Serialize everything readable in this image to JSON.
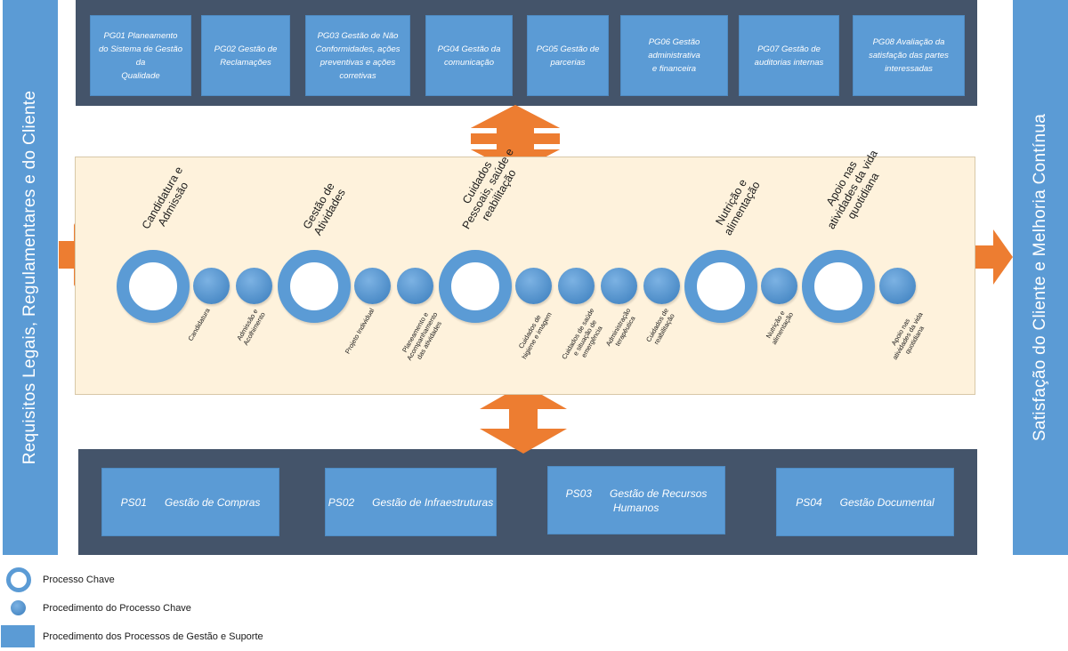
{
  "side_left": {
    "label": "Requisitos Legais, Regulamentares e do Cliente"
  },
  "side_right": {
    "label": "Satisfação do Cliente e Melhoria Contínua"
  },
  "management_processes": [
    {
      "code": "PG01",
      "name": "Planeamento\ndo Sistema de Gestão da\nQualidade",
      "text": "PG01     Planeamento\ndo Sistema de Gestão da\nQualidade"
    },
    {
      "code": "PG02",
      "text": "PG02 Gestão de\nReclamações"
    },
    {
      "code": "PG03",
      "text": "PG03 Gestão de Não\nConformidades, ações\npreventivas e ações\ncorretivas"
    },
    {
      "code": "PG04",
      "text": "PG04 Gestão da\ncomunicação"
    },
    {
      "code": "PG05",
      "text": "PG05 Gestão de\nparcerias"
    },
    {
      "code": "PG06",
      "text": "PG06 Gestão\nadministrativa\ne financeira"
    },
    {
      "code": "PG07",
      "text": "PG07 Gestão de\nauditorias internas"
    },
    {
      "code": "PG08",
      "text": "PG08 Avaliação da\nsatisfação das partes\ninteressadas"
    }
  ],
  "support_processes": [
    {
      "code": "PS01",
      "text": "PS01      Gestão de Compras"
    },
    {
      "code": "PS02",
      "text": "PS02      Gestão de Infraestruturas"
    },
    {
      "code": "PS03",
      "text": "PS03      Gestão de Recursos\n                Humanos"
    },
    {
      "code": "PS04",
      "text": "PS04      Gestão Documental"
    }
  ],
  "key_processes": [
    {
      "label": "Candidatura e\nAdmissão"
    },
    {
      "label": "Gestão de\nAtividades"
    },
    {
      "label": "Cuidados\nPessoais, saúde e\nreabilitação"
    },
    {
      "label": "Nutrição e\nalimentação"
    },
    {
      "label": "Apoio nas\natividades da vida\nquotidiana"
    }
  ],
  "procedures": [
    {
      "label": "Candidatura"
    },
    {
      "label": "Admissão e\nAcolhimento"
    },
    {
      "label": "Projeto Individual"
    },
    {
      "label": "Planeamento e\nAcompanhamento\ndas atividades"
    },
    {
      "label": "Cuidados de\nhigiene e imagem"
    },
    {
      "label": "Cuidados de saúde\ne situação de\nemergência"
    },
    {
      "label": "Administração\nterapêutica"
    },
    {
      "label": "Cuidados de\nreabilitação"
    },
    {
      "label": "Nutrição e\nalimentação"
    },
    {
      "label": "Apoio nas\natividades da vida\nquotidiana"
    }
  ],
  "legend": {
    "key_process": "Processo Chave",
    "key_procedure": "Procedimento do Processo Chave",
    "support_procedure": "Procedimento dos Processos de Gestão e Suporte"
  },
  "colors": {
    "accent_blue": "#5b9bd5",
    "band_dark": "#44546a",
    "arrow_orange": "#ed7d31",
    "core_background": "#fef2dc"
  }
}
